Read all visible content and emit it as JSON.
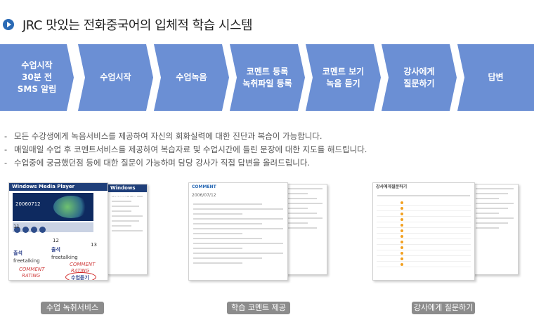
{
  "header": {
    "title": "JRC 맛있는 전화중국어의 입체적 학습 시스템"
  },
  "steps": [
    {
      "label": "수업시작\n30분 전\nSMS 알림"
    },
    {
      "label": "수업시작"
    },
    {
      "label": "수업녹음"
    },
    {
      "label": "코멘트 등록\n녹취파일 등록"
    },
    {
      "label": "코멘트 보기\n녹음 듣기"
    },
    {
      "label": "강사에게\n질문하기"
    },
    {
      "label": "답변"
    }
  ],
  "bullets": [
    "모든 수강생에게 녹음서비스를 제공하여 자신의 회화실력에 대한 진단과 복습이 가능합니다.",
    "매일매일 수업 후 코멘트서비스를 제공하여 복습자료 및 수업시간에 틀린 문장에 대한 지도를 해드립니다.",
    "수업중에 궁금했던점 등에 대한 질문이 가능하며 담당 강사가 직접 답변을 올려드립니다."
  ],
  "thumbs": {
    "recording": {
      "player_title": "Windows Media Player",
      "side_title": "Windows Media Pla",
      "date": "20060712",
      "n1": "11",
      "n2": "12",
      "n3": "13",
      "note1": "출석",
      "note2": "출석",
      "note3": "freetalking",
      "note4": "freetalking",
      "note5": "COMMENT",
      "note6": "RATING",
      "note7": "COMMENT",
      "note8": "RATING",
      "note9": "수업듣기"
    },
    "comment": {
      "head": "COMMENT",
      "date": "2006/07/12"
    },
    "question": {
      "head": "강사에게질문하기"
    }
  },
  "captions": [
    {
      "label": "수업 녹취서비스"
    },
    {
      "label": "학습 코멘트 제공"
    },
    {
      "label": "강사에게 질문하기"
    }
  ],
  "colors": {
    "step_bg": "#6b8fd4",
    "title_icon": "#2a6ab5",
    "caption_bg": "#8c8c8c"
  }
}
